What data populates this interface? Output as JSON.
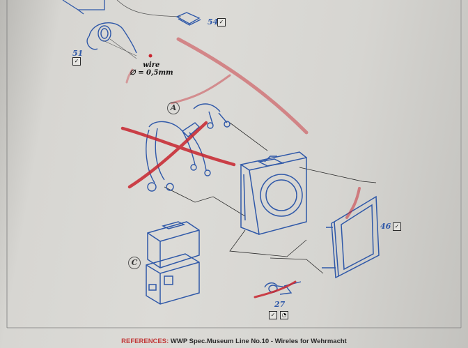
{
  "parts": {
    "p54": {
      "number": "54"
    },
    "p51": {
      "number": "51"
    },
    "p46": {
      "number": "46"
    },
    "p27": {
      "number": "27"
    }
  },
  "wire": {
    "line1": "wire",
    "line2": "∅ = 0,5mm"
  },
  "callouts": {
    "a": "A",
    "c": "C"
  },
  "footer": {
    "prefix": "REFERENCES:",
    "text": "WWP Spec.Museum Line No.10 - Wireles for Wehrmacht"
  },
  "colors": {
    "ink_blue": "#2f58a8",
    "red_cross": "#c8242e",
    "paper": "#d7d6d2"
  },
  "icons": {
    "check": "check-icon",
    "photo_etch": "photo-etch-icon"
  }
}
